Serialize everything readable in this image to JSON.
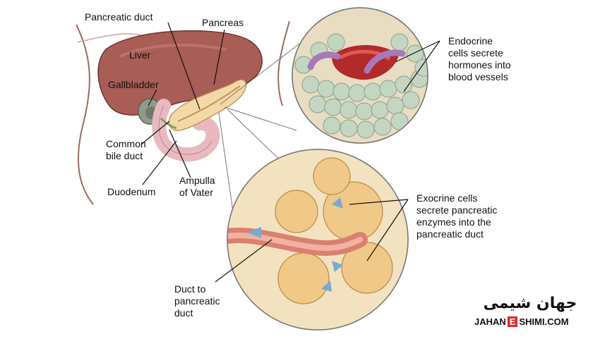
{
  "labels": {
    "pancreatic_duct": "Pancreatic duct",
    "pancreas": "Pancreas",
    "liver": "Liver",
    "gallbladder": "Gallbladder",
    "common_bile_duct": "Common\nbile duct",
    "duodenum": "Duodenum",
    "ampulla": "Ampulla\nof Vater",
    "endocrine": "Endocrine\ncells secrete\nhormones into\nblood vessels",
    "exocrine": "Exocrine cells\nsecrete pancreatic\nenzymes into the\npancreatic duct",
    "duct_to_pancreatic": "Duct to\npancreatic\nduct"
  },
  "watermark": {
    "persian": "جهان شیمی",
    "latin_left": "JAHAN",
    "latin_mid": "E",
    "latin_right": "SHIMI.COM"
  },
  "colors": {
    "liver": "#a85d56",
    "body_outline": "#9d6a64",
    "pancreas": "#f4d9a8",
    "duodenum": "#e8b9c0",
    "gallbladder": "#8f9a8c",
    "endocrine_cells": "#c4d6c2",
    "acinar": "#f0c887",
    "duct": "#d9806f",
    "arrow_purple": "#a67ab8",
    "arrow_blue": "#7aa9d1",
    "brand_red": "#d72b2b"
  }
}
